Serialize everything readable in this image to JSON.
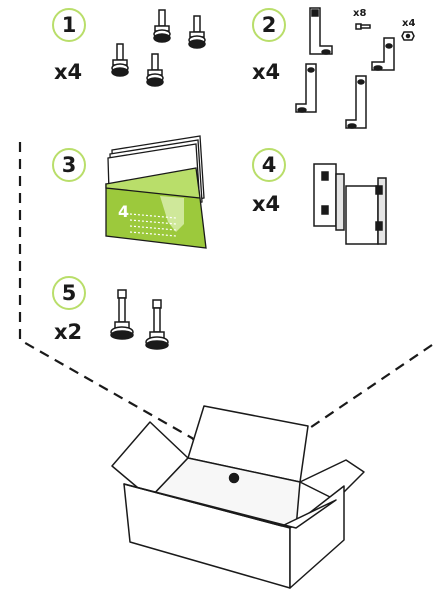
{
  "items": [
    {
      "number": "1",
      "quantity": "x4",
      "part": "leveling feet"
    },
    {
      "number": "2",
      "quantity": "x4",
      "part": "mounting brackets"
    },
    {
      "number": "3",
      "part": "instruction manual"
    },
    {
      "number": "4",
      "quantity": "x4",
      "part": "hinge plates"
    },
    {
      "number": "5",
      "quantity": "x2",
      "part": "adjustable feet"
    }
  ],
  "hardware": {
    "screws_qty": "x8",
    "nuts_qty": "x4"
  },
  "manual_cover_digit": "4",
  "colors": {
    "accent": "#b9de6a",
    "manual_green": "#9cc93c",
    "ink": "#1a1a1a"
  }
}
